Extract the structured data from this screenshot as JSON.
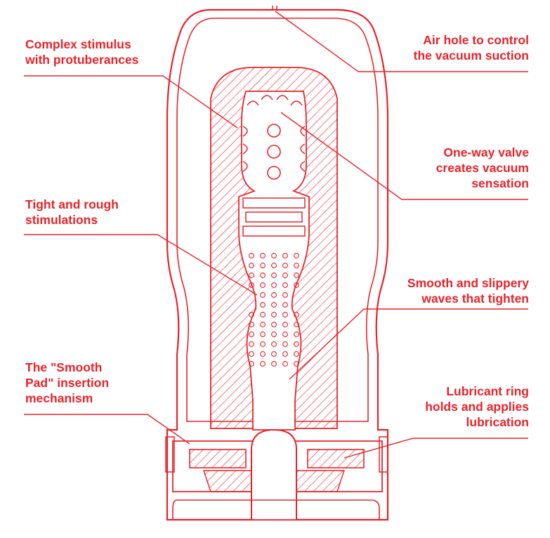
{
  "colors": {
    "accent": "#e8232a",
    "background": "#ffffff"
  },
  "callouts": {
    "complex_stimulus": "Complex stimulus\nwith protuberances",
    "air_hole": "Air hole to control\nthe vacuum suction",
    "one_way_valve": "One-way valve\ncreates vacuum\nsensation",
    "tight_rough": "Tight and rough\nstimulations",
    "smooth_waves": "Smooth and slippery\nwaves that tighten",
    "smooth_pad": "The \"Smooth\nPad\" insertion\nmechanism",
    "lubricant_ring": "Lubricant ring\nholds and applies\nlubrication"
  }
}
